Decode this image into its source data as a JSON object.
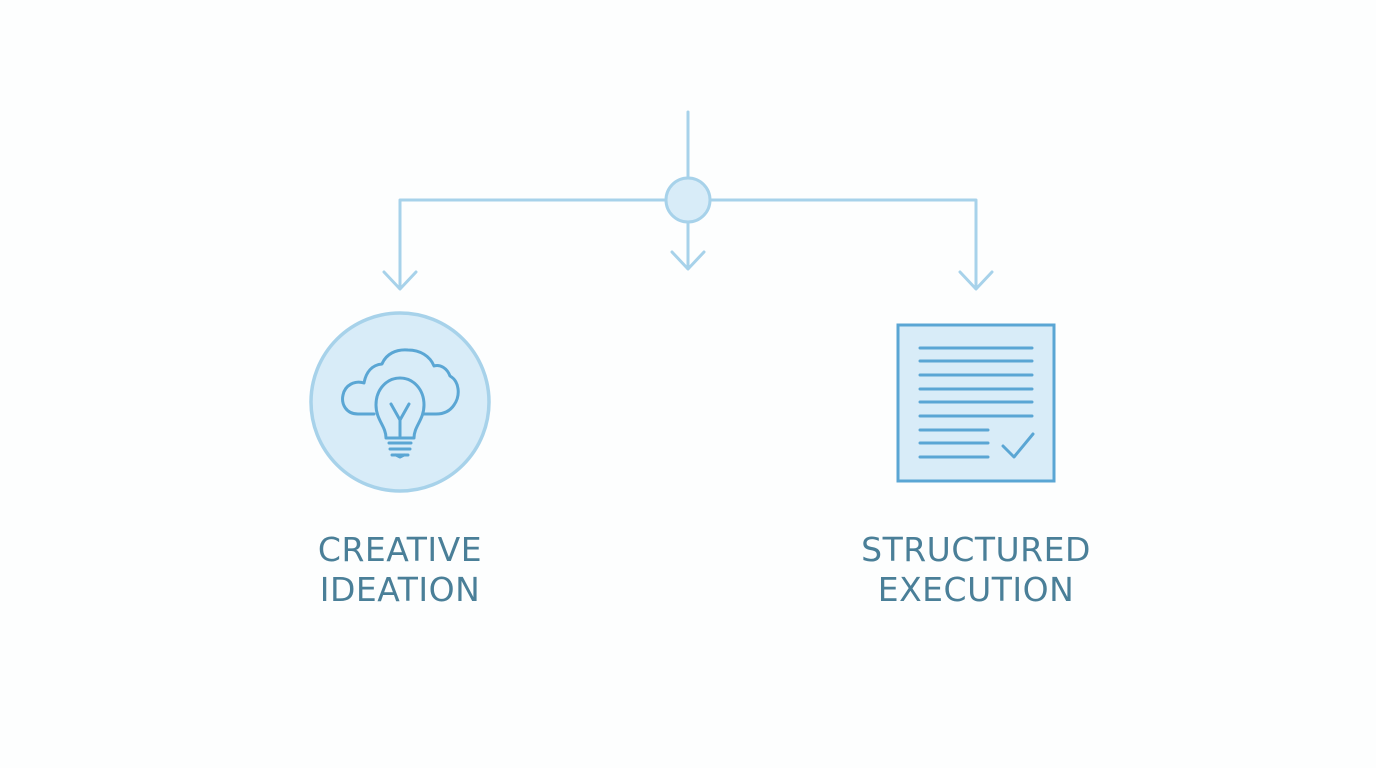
{
  "colors": {
    "line": "#a7d2ea",
    "fill": "#d8ecf8",
    "icon_stroke": "#5aa6d4",
    "label_text": "#4a7f98"
  },
  "nodes": {
    "hub": {
      "icon": "junction-node"
    },
    "left": {
      "icon": "lightbulb-cloud-icon",
      "label_line1": "CREATIVE",
      "label_line2": "IDEATION"
    },
    "center": {
      "icon": "down-arrow"
    },
    "right": {
      "icon": "document-checkmark-icon",
      "label_line1": "STRUCTURED",
      "label_line2": "EXECUTION"
    }
  }
}
